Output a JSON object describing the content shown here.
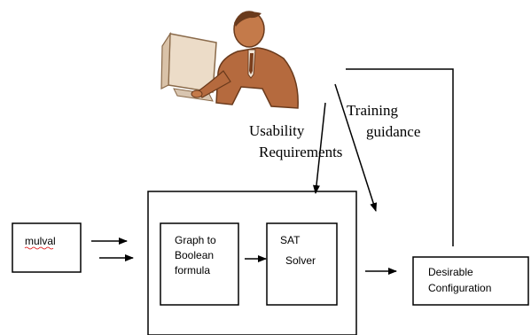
{
  "labels": {
    "usability_line1": "Usability",
    "usability_line2": "Requirements",
    "training_line1": "Training",
    "training_line2": "guidance"
  },
  "nodes": {
    "mulval": "mulval",
    "graph_line1": "Graph to",
    "graph_line2": "Boolean",
    "graph_line3": "formula",
    "sat_line1": "SAT",
    "sat_line2": "Solver",
    "desirable_line1": "Desirable",
    "desirable_line2": "Configuration"
  },
  "illustration": "person-at-computer clipart",
  "colors": {
    "stroke": "#000000",
    "skin": "#c47a4a",
    "suit": "#b56a3e",
    "monitor": "#e9d7c4"
  }
}
